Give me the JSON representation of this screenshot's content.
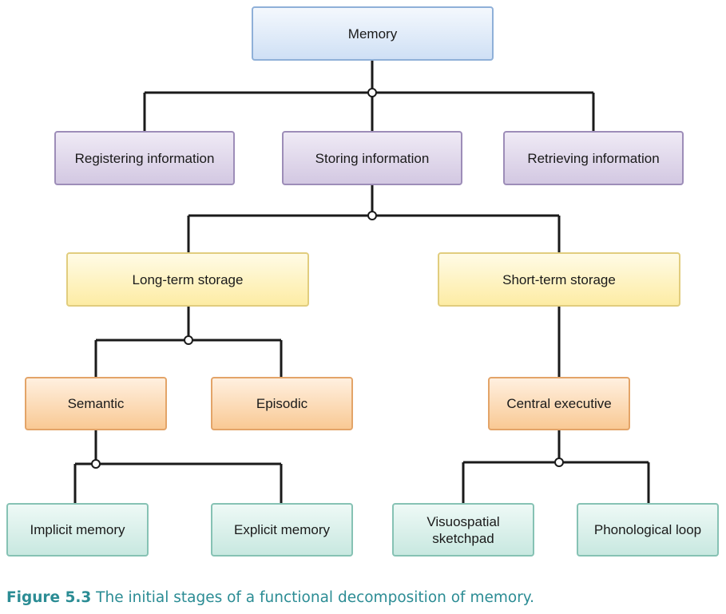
{
  "nodes": {
    "memory": "Memory",
    "registering": "Registering information",
    "storing": "Storing information",
    "retrieving": "Retrieving information",
    "long_term": "Long-term storage",
    "short_term": "Short-term storage",
    "semantic": "Semantic",
    "episodic": "Episodic",
    "central_executive": "Central executive",
    "implicit": "Implicit memory",
    "explicit": "Explicit memory",
    "visuospatial": "Visuospatial\nsketchpad",
    "phonological": "Phonological loop"
  },
  "caption": {
    "label": "Figure 5.3",
    "text": "The initial stages of a functional decomposition of memory."
  },
  "colors": {
    "connector": "#1a1a1a",
    "caption": "#2b8c94"
  }
}
